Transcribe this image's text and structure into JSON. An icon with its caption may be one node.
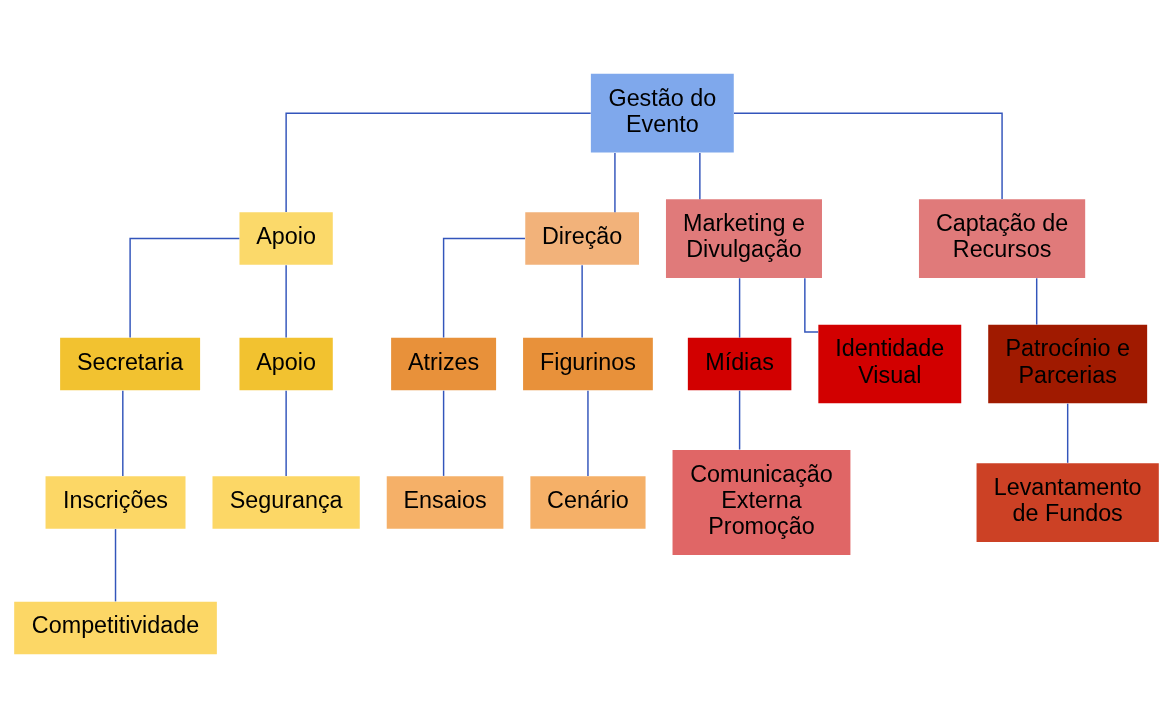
{
  "diagram": {
    "nodes": [
      {
        "text": [
          "Gestão do Evento"
        ]
      },
      {
        "text": [
          "Apoio"
        ]
      },
      {
        "text": [
          "Direção"
        ]
      },
      {
        "text": [
          "Marketing e Divulgação"
        ]
      },
      {
        "text": [
          "Captação de Recursos"
        ]
      },
      {
        "text": [
          "Secretaria"
        ]
      },
      {
        "text": [
          "Apoio"
        ]
      },
      {
        "text": [
          "Atrizes"
        ]
      },
      {
        "text": [
          "Figurinos"
        ]
      },
      {
        "text": [
          "Mídias"
        ]
      },
      {
        "text": [
          "Identidade Visual"
        ]
      },
      {
        "text": [
          "Patrocínio e Parcerias"
        ]
      },
      {
        "text": [
          "Inscrições"
        ]
      },
      {
        "text": [
          "Segurança"
        ]
      },
      {
        "text": [
          "Ensaios"
        ]
      },
      {
        "text": [
          "Cenário"
        ]
      },
      {
        "text": [
          "Comunicação Externa Promoção"
        ]
      },
      {
        "text": [
          "Levantamento de Fundos"
        ]
      },
      {
        "text": [
          "Competitividade"
        ]
      }
    ],
    "edges": [
      {
        "from": 0,
        "to": 1,
        "arrow": "none"
      },
      {
        "from": 0,
        "to": 2,
        "arrow": "none"
      },
      {
        "from": 0,
        "to": 3,
        "arrow": "none"
      },
      {
        "from": 0,
        "to": 4,
        "arrow": "none"
      },
      {
        "from": 1,
        "to": 5,
        "arrow": "none"
      },
      {
        "from": 1,
        "to": 6,
        "arrow": "none"
      },
      {
        "from": 2,
        "to": 7,
        "arrow": "none"
      },
      {
        "from": 2,
        "to": 8,
        "arrow": "none"
      },
      {
        "from": 3,
        "to": 9,
        "arrow": "none"
      },
      {
        "from": 3,
        "to": 10,
        "arrow": "none"
      },
      {
        "from": 4,
        "to": 11,
        "arrow": "none"
      },
      {
        "from": 5,
        "to": 12,
        "arrow": "none"
      },
      {
        "from": 6,
        "to": 13,
        "arrow": "none"
      },
      {
        "from": 7,
        "to": 14,
        "arrow": "none"
      },
      {
        "from": 8,
        "to": 15,
        "arrow": "none"
      },
      {
        "from": 9,
        "to": 16,
        "arrow": "none"
      },
      {
        "from": 11,
        "to": 17,
        "arrow": "none"
      },
      {
        "from": 12,
        "to": 18,
        "arrow": "none"
      }
    ]
  }
}
